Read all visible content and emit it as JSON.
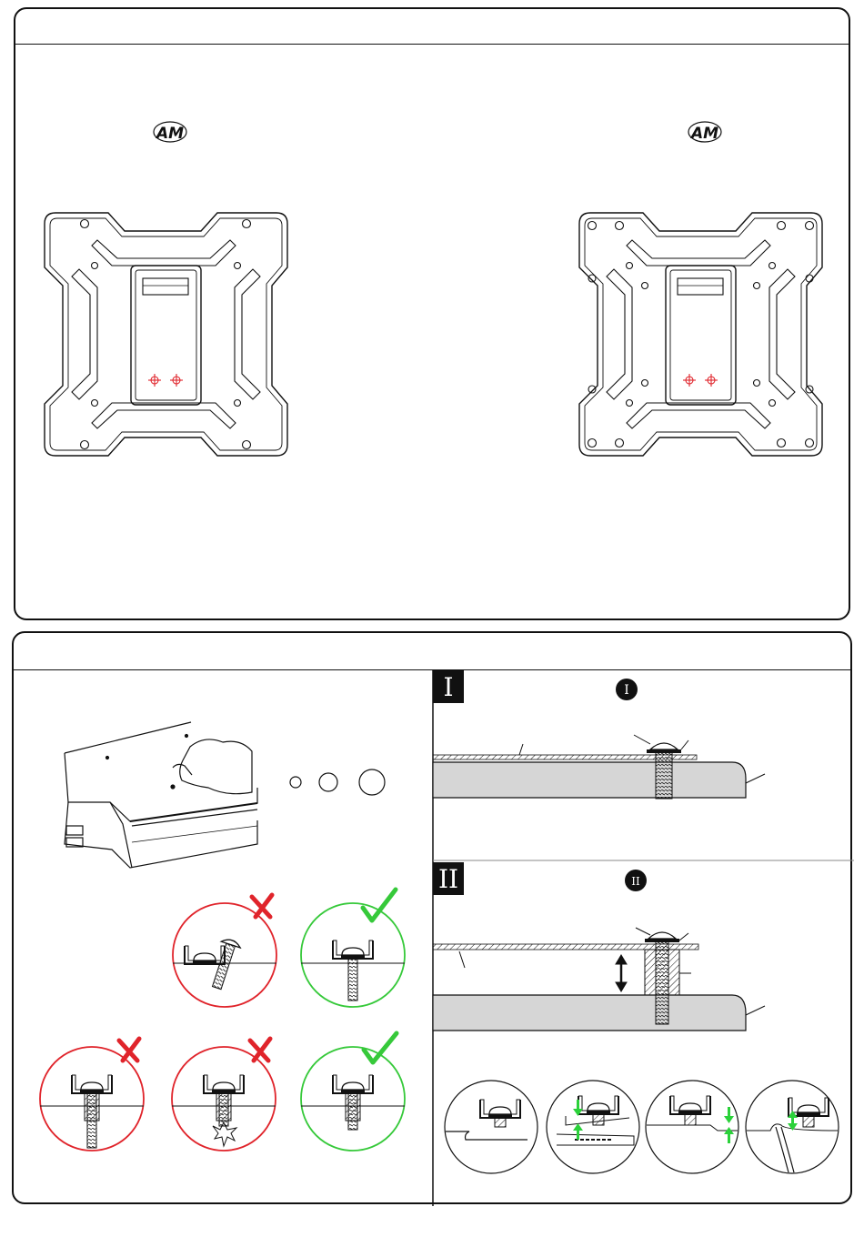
{
  "plate_logo": "AM",
  "section_b": {
    "step_one": "I",
    "step_two": "II"
  },
  "colors": {
    "line": "#111111",
    "wrong": "#e0242b",
    "correct": "#36c93a",
    "target": "#e0242b",
    "surface": "#d9d9d9",
    "arrow_green": "#2bd13a"
  },
  "icons": [
    "cross-mark-icon",
    "check-mark-icon",
    "double-arrow-icon",
    "hole-size-icon",
    "crosshair-icon"
  ]
}
